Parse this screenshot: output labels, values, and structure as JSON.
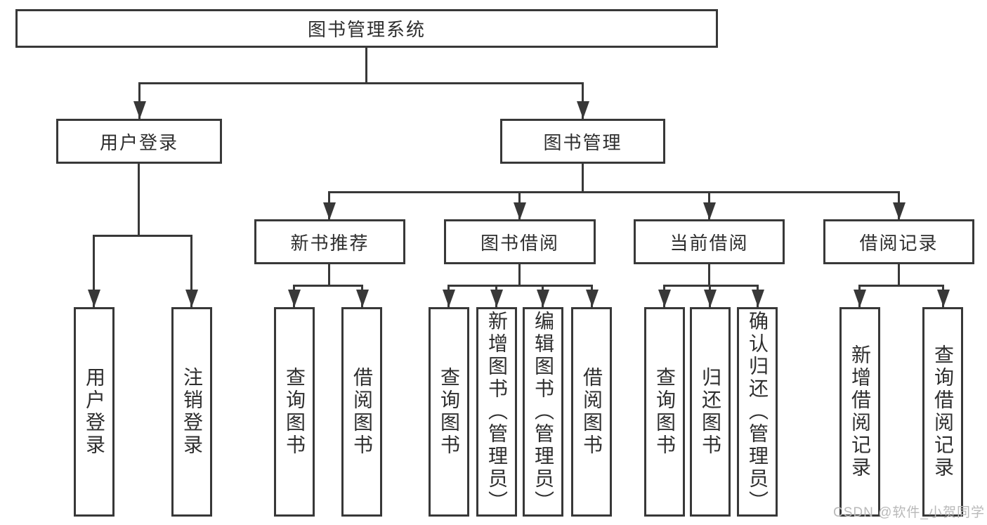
{
  "diagram": {
    "type": "hierarchy-tree",
    "nodes": {
      "root": {
        "label": "图书管理系统"
      },
      "user_login": {
        "label": "用户登录"
      },
      "book_management": {
        "label": "图书管理"
      },
      "new_book_recommend": {
        "label": "新书推荐"
      },
      "book_borrow": {
        "label": "图书借阅"
      },
      "current_borrow": {
        "label": "当前借阅"
      },
      "borrow_records": {
        "label": "借阅记录"
      },
      "ul_user_login": {
        "label": "用户登录"
      },
      "ul_logout": {
        "label": "注销登录"
      },
      "nb_query_books": {
        "label": "查询图书"
      },
      "nb_borrow_books": {
        "label": "借阅图书"
      },
      "bb_query_books": {
        "label": "查询图书"
      },
      "bb_add_books": {
        "label": "新增图书（管理员）"
      },
      "bb_edit_books": {
        "label": "编辑图书（管理员）"
      },
      "bb_borrow_books": {
        "label": "借阅图书"
      },
      "cb_query_books": {
        "label": "查询图书"
      },
      "cb_return_books": {
        "label": "归还图书"
      },
      "cb_confirm_return": {
        "label": "确认归还（管理员）"
      },
      "br_add_record": {
        "label": "新增借阅记录"
      },
      "br_query_record": {
        "label": "查询借阅记录"
      }
    },
    "hierarchy": [
      {
        "parent": "图书管理系统",
        "children": [
          "用户登录",
          "图书管理"
        ]
      },
      {
        "parent": "用户登录",
        "children": [
          "用户登录",
          "注销登录"
        ]
      },
      {
        "parent": "图书管理",
        "children": [
          "新书推荐",
          "图书借阅",
          "当前借阅",
          "借阅记录"
        ]
      },
      {
        "parent": "新书推荐",
        "children": [
          "查询图书",
          "借阅图书"
        ]
      },
      {
        "parent": "图书借阅",
        "children": [
          "查询图书",
          "新增图书（管理员）",
          "编辑图书（管理员）",
          "借阅图书"
        ]
      },
      {
        "parent": "当前借阅",
        "children": [
          "查询图书",
          "归还图书",
          "确认归还（管理员）"
        ]
      },
      {
        "parent": "借阅记录",
        "children": [
          "新增借阅记录",
          "查询借阅记录"
        ]
      }
    ],
    "colors": {
      "line": "#383838",
      "box_border": "#383838",
      "text": "#2e2e2e",
      "background": "#ffffff",
      "watermark": "#b9b9b9"
    }
  },
  "watermark": {
    "text": "CSDN @软件_小贺同学"
  }
}
